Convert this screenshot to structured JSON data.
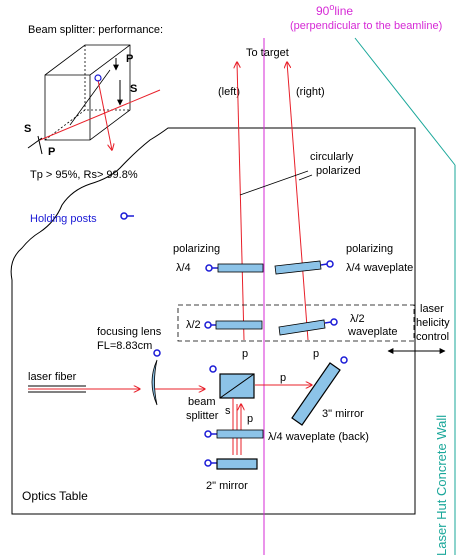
{
  "labels": {
    "line90_main": "90",
    "line90_sup": "o",
    "line90_rest": "line",
    "line90_sub": "(perpendicular to the beamline)",
    "to_target": "To target",
    "left": "(left)",
    "right": "(right)",
    "bs_title": "Beam splitter: performance:",
    "bs_perf": "Tp > 95%, Rs> 99.8%",
    "p_label": "P",
    "s_label": "S",
    "circ_line1": "circularly",
    "circ_line2": "polarized",
    "holding_posts": "Holding posts",
    "polarizing_left": "polarizing",
    "lambda4_left": "λ/4",
    "polarizing_right": "polarizing",
    "lambda4_waveplate_right": "λ/4  waveplate",
    "lambda2_left": "λ/2",
    "lambda2_right_1": "λ/2",
    "lambda2_right_2": "waveplate",
    "laser_helicity_1": "laser",
    "laser_helicity_2": "helicity",
    "laser_helicity_3": "control",
    "focusing_lens_1": "focusing lens",
    "focusing_lens_2": "FL=8.83cm",
    "laser_fiber": "laser fiber",
    "beam_splitter_1": "beam",
    "beam_splitter_2": "splitter",
    "mirror3": "3\" mirror",
    "waveplate_back": "λ/4  waveplate  (back)",
    "mirror2": "2\" mirror",
    "optics_table": "Optics Table",
    "wall": "Laser Hut  Concrete Wall",
    "p_small": "p",
    "s_small": "s"
  },
  "colors": {
    "beam": "#e8202a",
    "line90": "#d62ad6",
    "holder": "#1a1ad6",
    "optic": "#8cc3e8",
    "wall": "#1aa79a",
    "ink": "#000000"
  }
}
